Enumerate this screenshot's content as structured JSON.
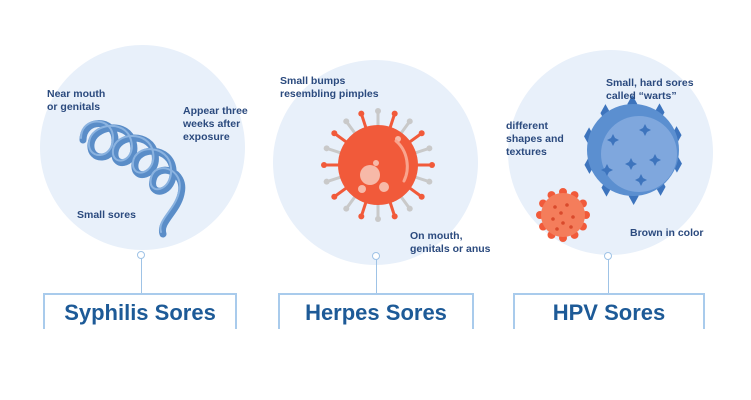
{
  "panels": [
    {
      "title": "Syphilis Sores",
      "annotations": [
        "Near mouth or  genitals",
        "Appear three weeks after exposure",
        "Small sores"
      ]
    },
    {
      "title": "Herpes Sores",
      "annotations": [
        "Small bumps resembling pimples",
        "On mouth, genitals or anus"
      ]
    },
    {
      "title": "HPV Sores",
      "annotations": [
        "Small, hard sores called “warts”",
        "different shapes and textures",
        "Brown in color"
      ]
    }
  ],
  "colors": {
    "circle_bg": "#e8f0fa",
    "title": "#1d5a97",
    "annotation": "#2b4a7e",
    "bracket": "#a9cbec",
    "spiral": "#5a8dc8",
    "herpes_body": "#f15a3a",
    "hpv_large": "#7fa7dd",
    "hpv_small": "#f47d5b"
  },
  "icons": [
    "syphilis-spiral-icon",
    "herpes-virus-icon",
    "hpv-wart-icons"
  ]
}
